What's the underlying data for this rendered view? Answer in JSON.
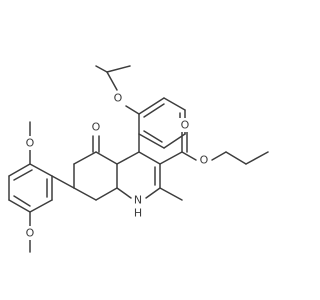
{
  "molecule": {
    "atoms": {
      "o_ether_isopropyl": "O",
      "o_ketone": "O",
      "o_ester_carbonyl": "O",
      "o_ester_alkoxy": "O",
      "n_ring": "N",
      "h_ring": "H",
      "o_methoxy_top": "O",
      "o_methoxy_bottom": "O"
    }
  }
}
